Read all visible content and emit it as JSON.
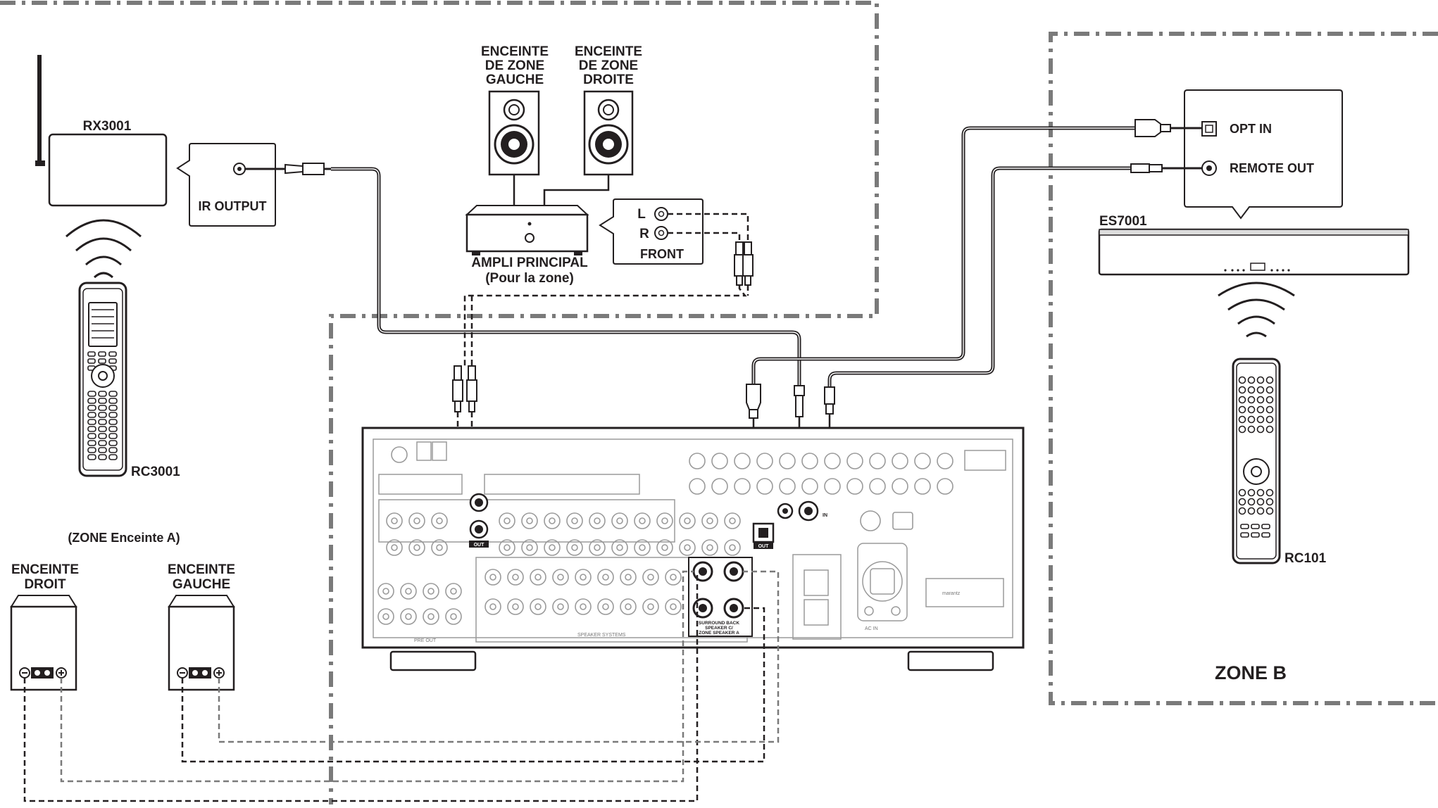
{
  "speakers_top": {
    "left_label": [
      "ENCEINTE",
      "DE ZONE",
      "GAUCHE"
    ],
    "right_label": [
      "ENCEINTE",
      "DE ZONE",
      "DROITE"
    ]
  },
  "amp": {
    "label": "AMPLI PRINCIPAL",
    "sublabel": "(Pour la zone)",
    "front_l": "L",
    "front_r": "R",
    "front_label": "FRONT"
  },
  "rx3001": {
    "label": "RX3001",
    "ir_output": "IR OUTPUT"
  },
  "remote_rc3001": {
    "label": "RC3001"
  },
  "zone_a": {
    "caption": "(ZONE Enceinte A)",
    "speaker_left_label": [
      "ENCEINTE",
      "DROIT"
    ],
    "speaker_right_label": [
      "ENCEINTE",
      "GAUCHE"
    ]
  },
  "zone_b": {
    "title": "ZONE B",
    "es7001_label": "ES7001",
    "opt_in": "OPT IN",
    "remote_out": "REMOTE OUT",
    "remote_label": "RC101"
  },
  "receiver": {
    "zone2_out": "OUT",
    "digital_out": "OUT",
    "remote_in": "IN",
    "speaker_terminal_caption": [
      "SURROUND BACK",
      "SPEAKER C/",
      "ZONE SPEAKER A"
    ],
    "ac_in": "AC IN",
    "brand": "marantz",
    "speaker_systems": "SPEAKER SYSTEMS",
    "pre_out": "PRE OUT"
  },
  "colors": {
    "line": "#231f20",
    "dash_gray": "#7a7a7a",
    "panel_gray": "#9a9a9a"
  }
}
